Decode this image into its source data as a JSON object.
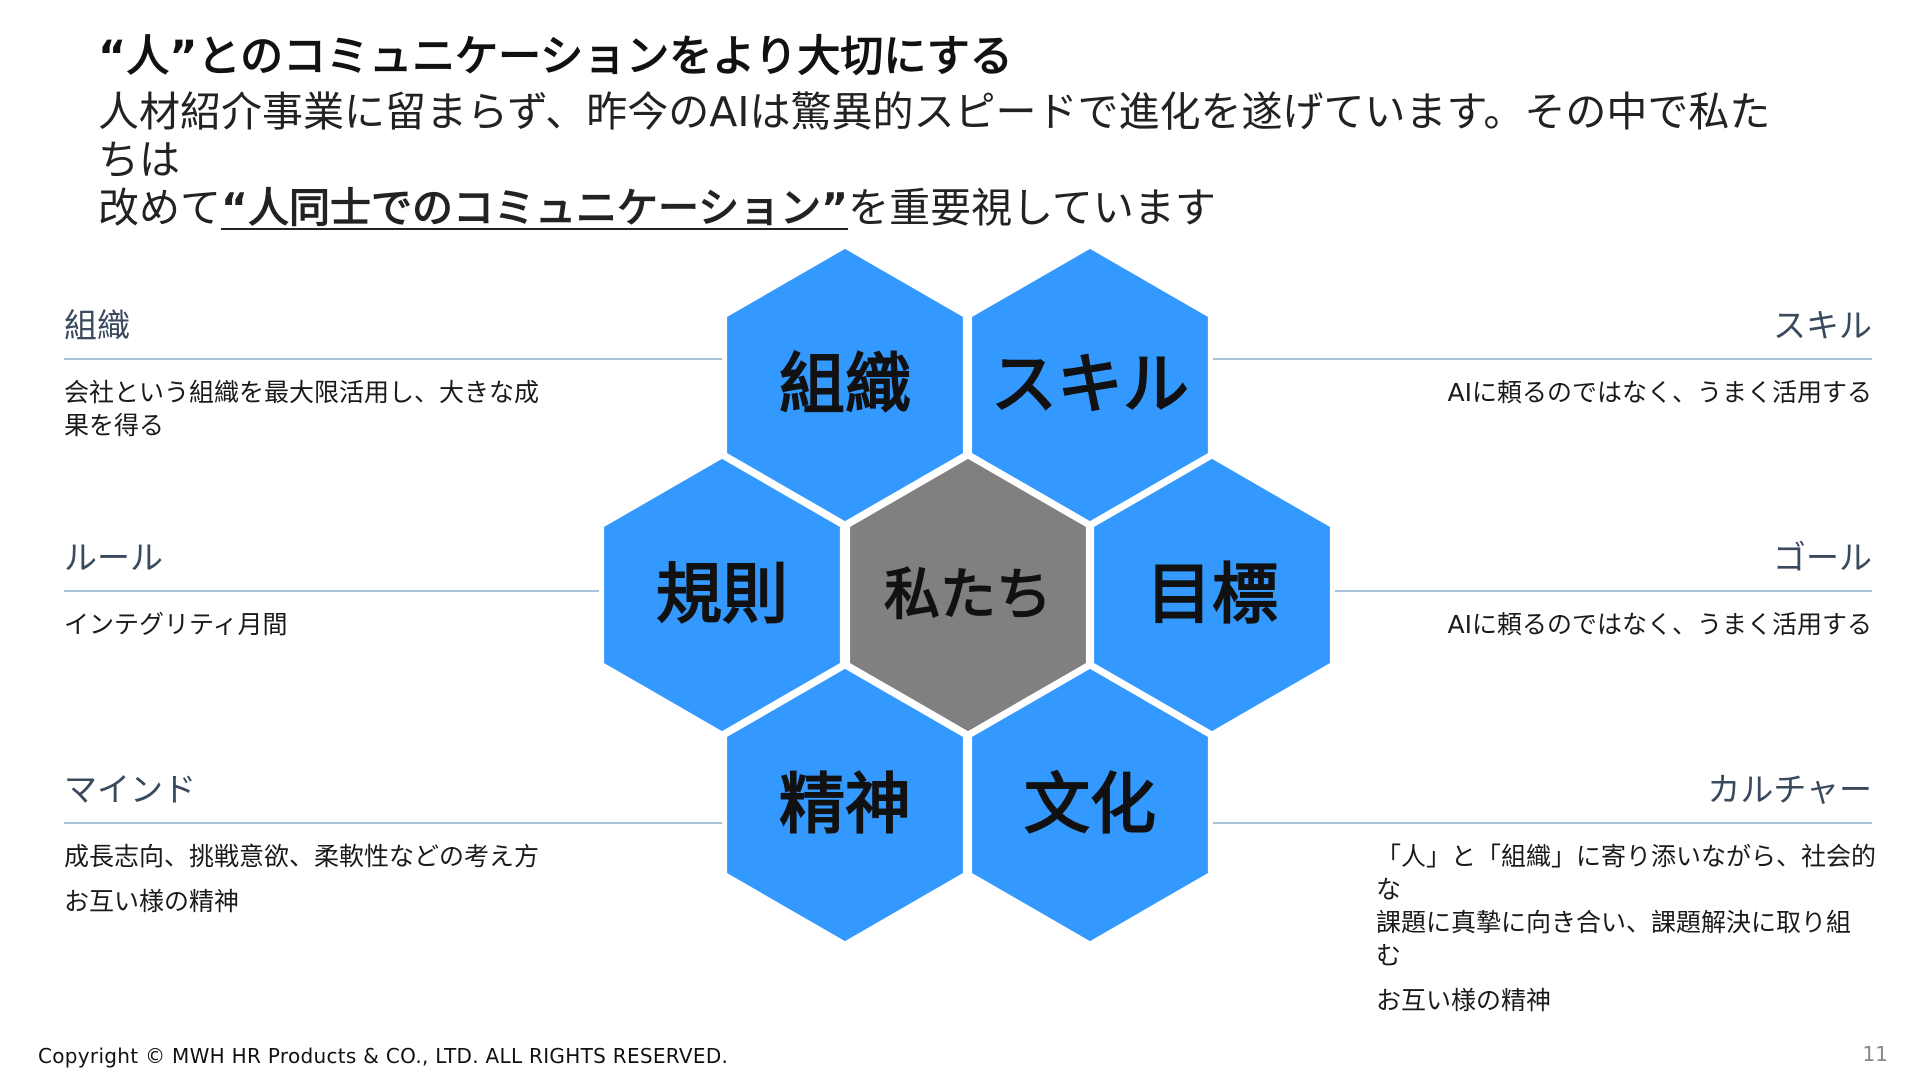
{
  "title": "“人”とのコミュニケーションをより大切にする",
  "subtitle": {
    "line1": "人材紹介事業に留まらず、昨今のAIは驚異的スピードで進化を遂げています。その中で私たちは",
    "line2_prefix": "改めて",
    "line2_emphasis": "“人同士でのコミュニケーション”",
    "line2_suffix": "を重要視しています"
  },
  "panels": {
    "left": [
      {
        "heading": "組織",
        "desc": "会社という組織を最大限活用し、大きな成\n果を得る",
        "desc2": ""
      },
      {
        "heading": "ルール",
        "desc": "インテグリティ月間",
        "desc2": ""
      },
      {
        "heading": "マインド",
        "desc": "成長志向、挑戦意欲、柔軟性などの考え方",
        "desc2": "お互い様の精神"
      }
    ],
    "right": [
      {
        "heading": "スキル",
        "desc": "AIに頼るのではなく、うまく活用する",
        "desc2": ""
      },
      {
        "heading": "ゴール",
        "desc": "AIに頼るのではなく、うまく活用する",
        "desc2": ""
      },
      {
        "heading": "カルチャー",
        "desc": "「人」と「組織」に寄り添いながら、社会的な\n課題に真摯に向き合い、課題解決に取り組\nむ",
        "desc2": "お互い様の精神"
      }
    ]
  },
  "hexagons": [
    {
      "id": "soshiki",
      "label": "組織",
      "fill": "#3399ff"
    },
    {
      "id": "skill",
      "label": "スキル",
      "fill": "#3399ff"
    },
    {
      "id": "rule",
      "label": "規則",
      "fill": "#3399ff"
    },
    {
      "id": "center",
      "label": "私たち",
      "fill": "#808080"
    },
    {
      "id": "goal",
      "label": "目標",
      "fill": "#3399ff"
    },
    {
      "id": "mind",
      "label": "精神",
      "fill": "#3399ff"
    },
    {
      "id": "culture",
      "label": "文化",
      "fill": "#3399ff"
    }
  ],
  "footer": {
    "copyright": "Copyright © MWH HR Products & CO., LTD. ALL RIGHTS RESERVED.",
    "page_number": "11"
  }
}
